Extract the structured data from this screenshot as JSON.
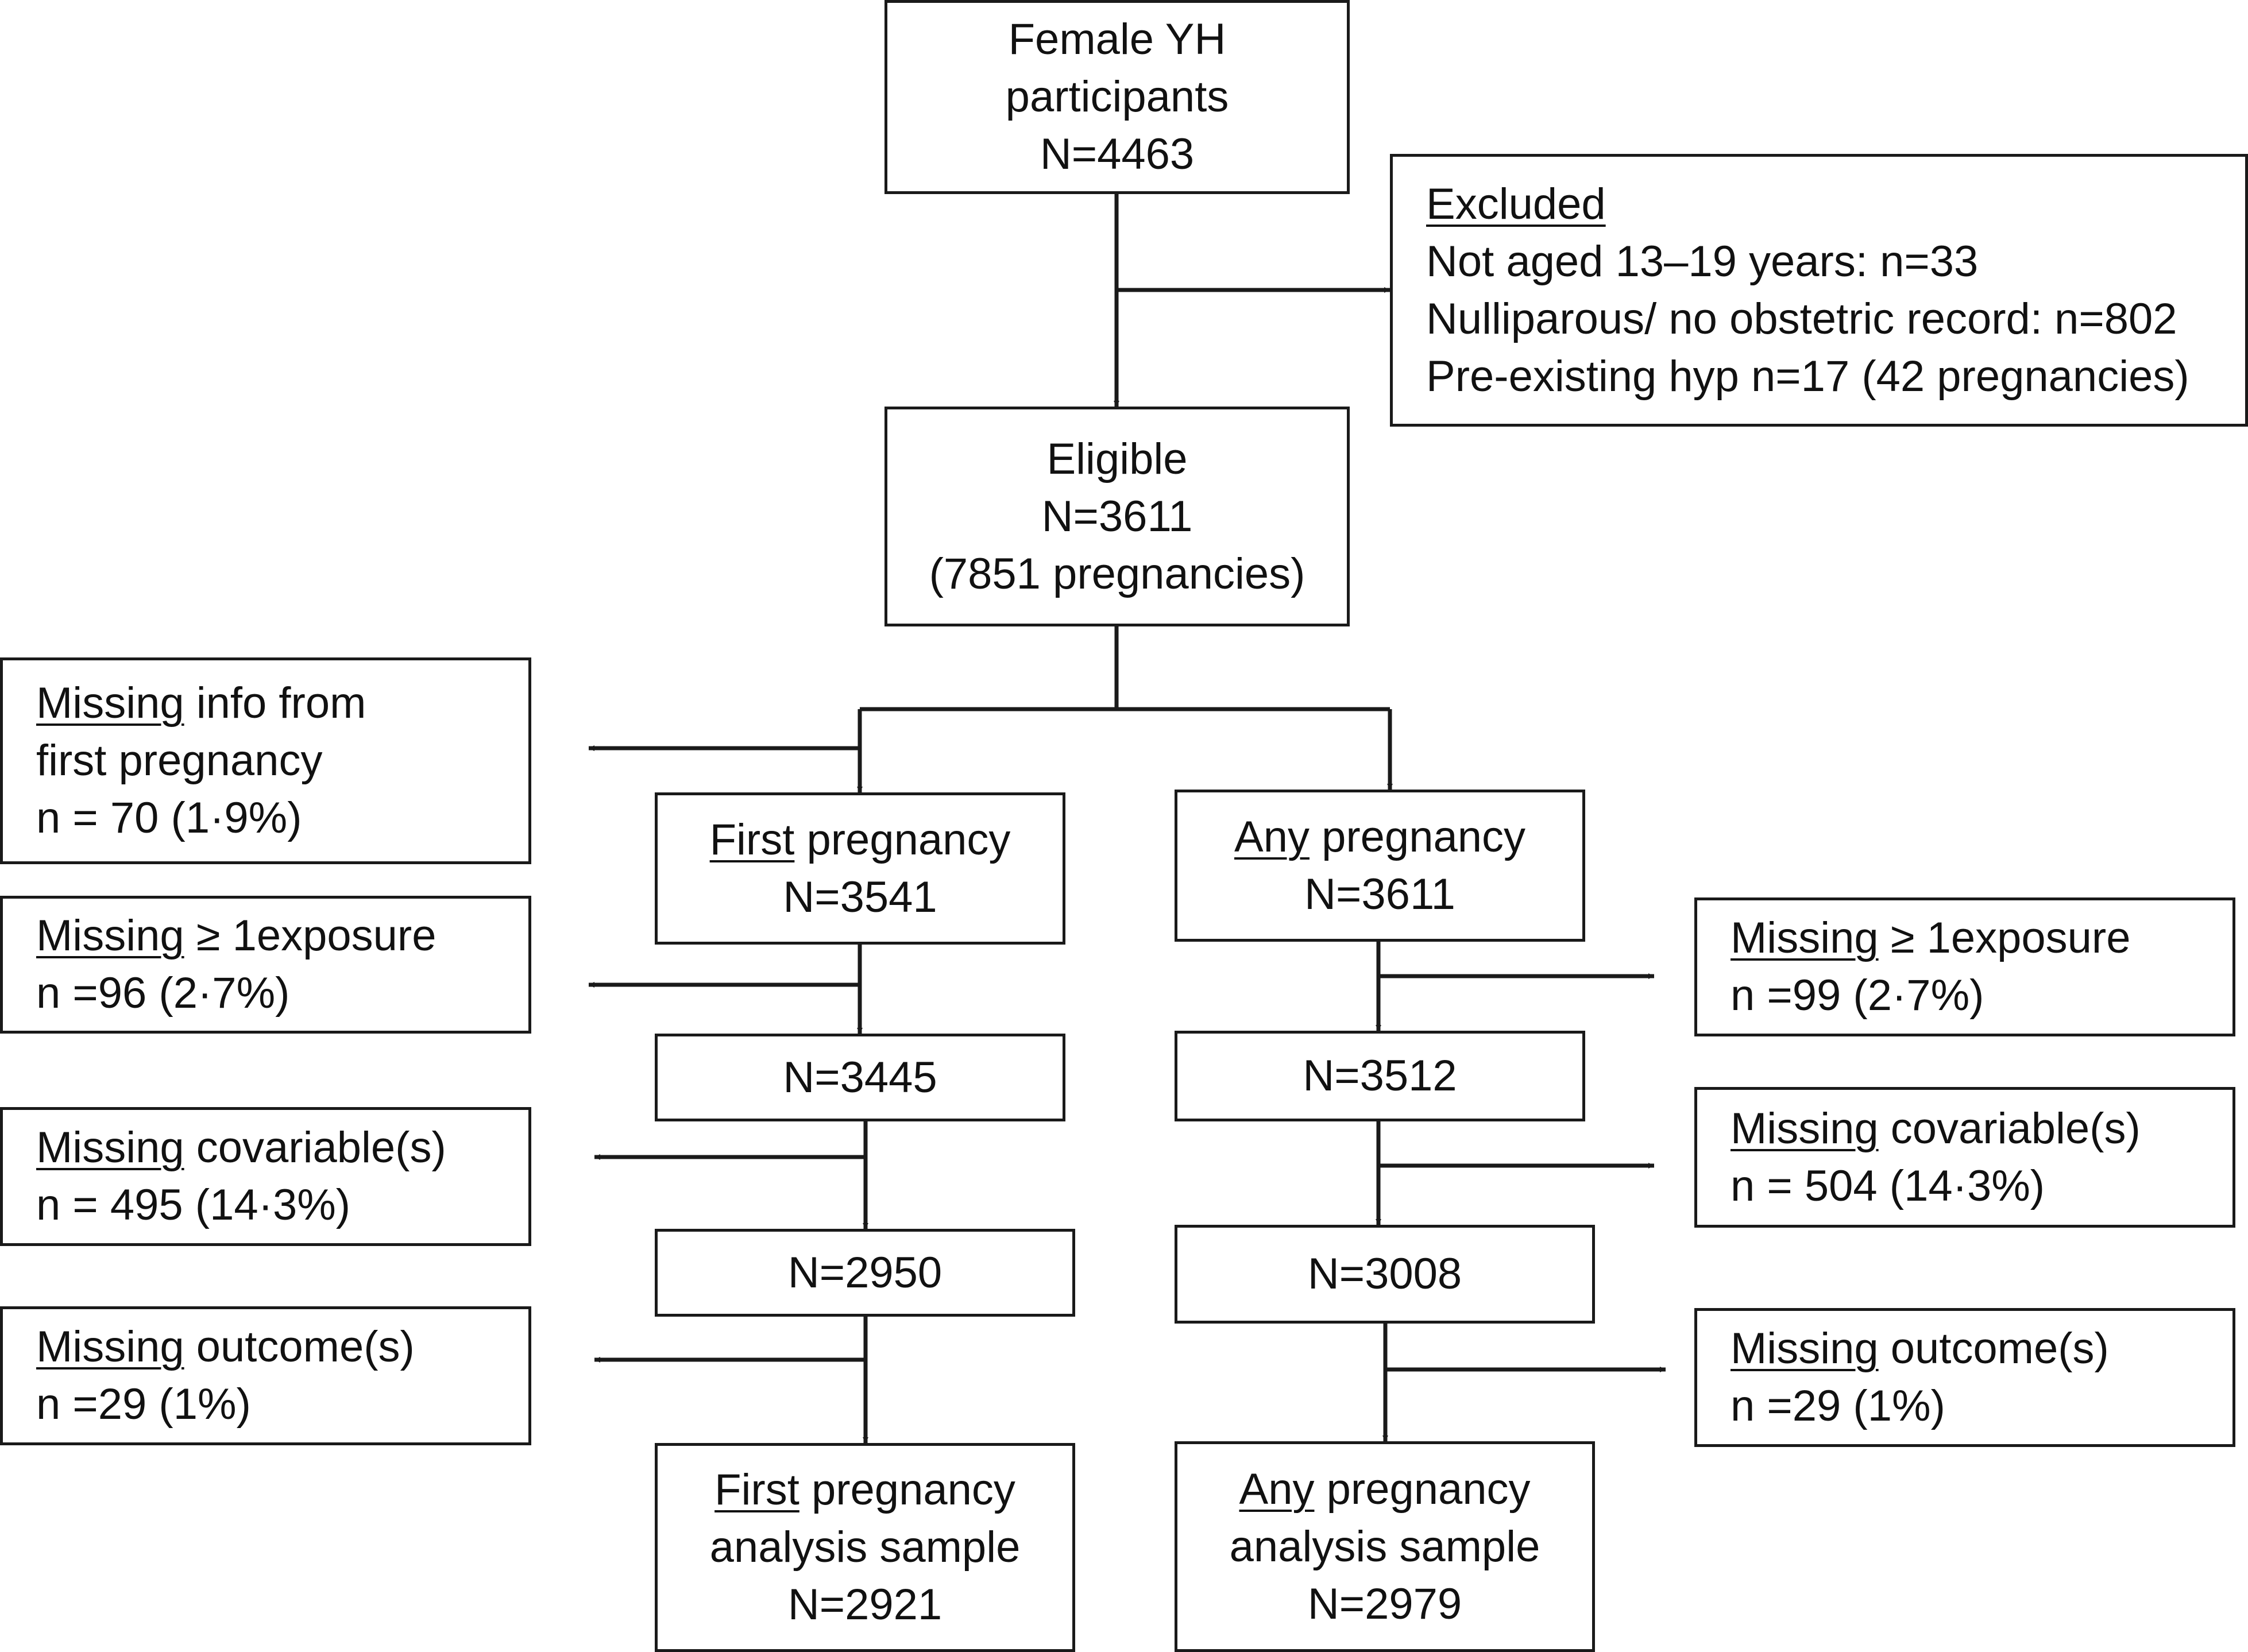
{
  "boxes": {
    "start": {
      "line1": "Female YH",
      "line2": "participants",
      "line3": "N=4463"
    },
    "excluded": {
      "title": "Excluded",
      "line1": "Not aged 13–19 years: n=33",
      "line2": "Nulliparous/ no obstetric record: n=802",
      "line3": "Pre-existing hyp n=17 (42 pregnancies)"
    },
    "eligible": {
      "line1": "Eligible",
      "line2": "N=3611",
      "line3": "(7851 pregnancies)"
    },
    "first_branch": {
      "missing_first": {
        "u": "Missing",
        "rest": " info from",
        "line2": "first pregnancy",
        "line3": "n = 70 (1·9%)"
      },
      "first_preg": {
        "u": "First",
        "rest": " pregnancy",
        "line2": "N=3541"
      },
      "missing_exposure": {
        "u": "Missing",
        "rest": " ≥ 1exposure",
        "line2": "n =96 (2·7%)"
      },
      "n_after_exposure": "N=3445",
      "missing_covariable": {
        "u": "Missing",
        "rest": " covariable(s)",
        "line2": "n = 495 (14·3%)"
      },
      "n_after_covariable": "N=2950",
      "missing_outcome": {
        "u": "Missing",
        "rest": " outcome(s)",
        "line2": "n =29 (1%)"
      },
      "final": {
        "u": "First",
        "rest": " pregnancy",
        "line2": "analysis sample",
        "line3": "N=2921"
      }
    },
    "any_branch": {
      "any_preg": {
        "u": "Any",
        "rest": " pregnancy",
        "line2": "N=3611"
      },
      "missing_exposure": {
        "u": "Missing",
        "rest": " ≥ 1exposure",
        "line2": "n =99 (2·7%)"
      },
      "n_after_exposure": "N=3512",
      "missing_covariable": {
        "u": "Missing",
        "rest": " covariable(s)",
        "line2": "n = 504 (14·3%)"
      },
      "n_after_covariable": "N=3008",
      "missing_outcome": {
        "u": "Missing",
        "rest": " outcome(s)",
        "line2": "n =29 (1%)"
      },
      "final": {
        "u": "Any",
        "rest": " pregnancy",
        "line2": "analysis sample",
        "line3": "N=2979"
      }
    }
  },
  "colors": {
    "line": "#1a1a1a",
    "text": "#111111",
    "background": "#ffffff"
  }
}
